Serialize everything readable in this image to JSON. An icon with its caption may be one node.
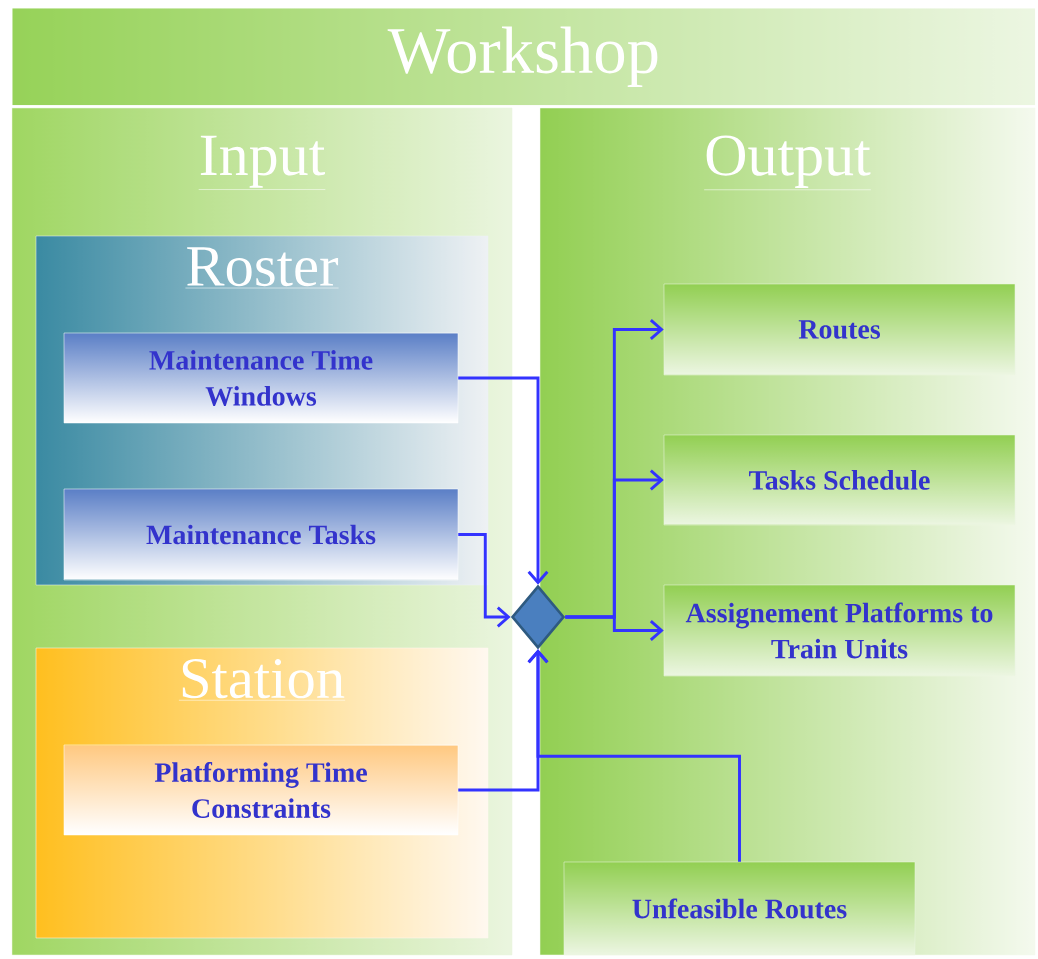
{
  "diagram": {
    "title": "Workshop",
    "nodes": [
      {
        "text": [
          "Input"
        ]
      },
      {
        "text": [
          "Roster"
        ],
        "in": 0
      },
      {
        "text": [
          "Maintenance Time Windows"
        ],
        "in": 1
      },
      {
        "text": [
          "Maintenance Tasks"
        ],
        "in": 1
      },
      {
        "text": [
          "Station"
        ],
        "in": 0
      },
      {
        "text": [
          "Platforming Time Constraints"
        ],
        "in": 4
      },
      {
        "text": [
          "Output"
        ]
      },
      {
        "text": [],
        "shape": "diamond"
      },
      {
        "text": [
          "Routes"
        ],
        "in": 6
      },
      {
        "text": [
          "Tasks Schedule"
        ],
        "in": 6
      },
      {
        "text": [
          "Assignement Platforms to Train Units"
        ],
        "in": 6
      },
      {
        "text": [
          "Unfeasible Routes"
        ],
        "in": 6
      }
    ],
    "edges": [
      {
        "from": 2,
        "to": 7,
        "arrow": "to"
      },
      {
        "from": 3,
        "to": 7,
        "arrow": "to"
      },
      {
        "from": 5,
        "to": 7,
        "arrow": "to"
      },
      {
        "from": 11,
        "to": 7,
        "arrow": "to"
      },
      {
        "from": 7,
        "to": 8,
        "arrow": "to"
      },
      {
        "from": 7,
        "to": 9,
        "arrow": "to"
      },
      {
        "from": 7,
        "to": 10,
        "arrow": "to"
      }
    ]
  }
}
